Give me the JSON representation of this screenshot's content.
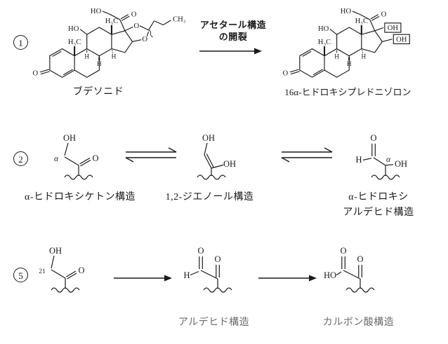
{
  "colors": {
    "ink": "#1a1a1a",
    "caption_gray": "#6b6b6b"
  },
  "labels": {
    "ho": "HO",
    "oh": "OH",
    "o": "O",
    "h": "H",
    "h3c": "H₃C",
    "ch3": "CH₃",
    "alpha": "α",
    "pos21": "21"
  },
  "reaction1": {
    "number": "1",
    "reagent_line1": "アセタール構造",
    "reagent_line2": "の開裂",
    "substrate_caption": "ブデソニド",
    "product_caption": "16α-ヒドロキシプレドニゾロン"
  },
  "reaction2": {
    "number": "2",
    "caption_left": "α-ヒドロキシケトン構造",
    "caption_middle": "1,2-ジエノール構造",
    "caption_right_line1": "α-ヒドロキシ",
    "caption_right_line2": "アルデヒド構造"
  },
  "reaction3": {
    "number": "5",
    "caption_middle": "アルデヒド構造",
    "caption_right": "カルボン酸構造"
  }
}
